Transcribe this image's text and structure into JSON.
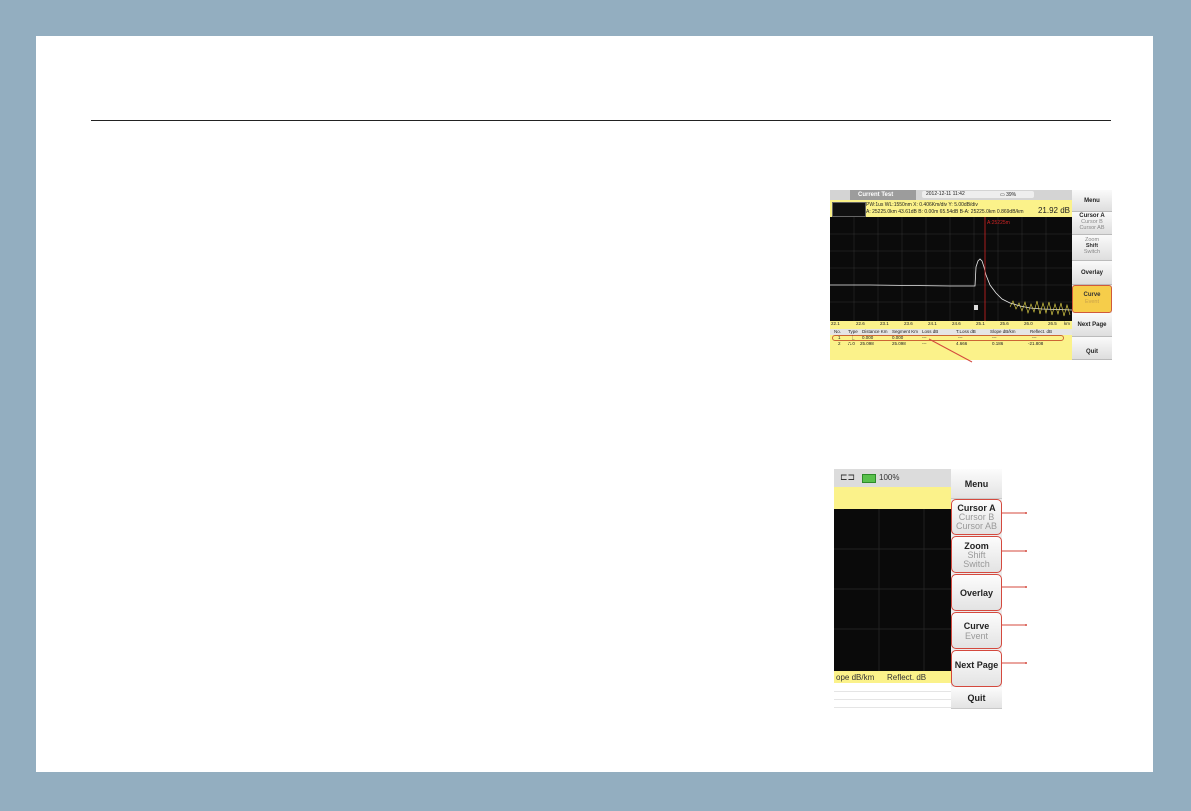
{
  "screenshot_small": {
    "tab_title": "Current Test",
    "datetime": "2012-12-11 11:42",
    "battery": "39%",
    "info_line1": "PW:1us  WL:1550nm  X: 0.406Km/div  Y: 5.00dB/div",
    "info_line2": "A: 25225.0km 43.61dB  B: 0.00m 65.54dB  B-A: 25225.0km  0.869dB/km",
    "db_readout": "21.92 dB",
    "cursor_label": "A:25225m",
    "x_ticks": [
      "22.1",
      "22.6",
      "23.1",
      "23.6",
      "24.1",
      "24.6",
      "25.1",
      "25.6",
      "26.0",
      "26.5",
      "km"
    ],
    "event_headers": [
      "No.",
      "Type",
      "Distance Km",
      "Segment Km",
      "Loss dB",
      "T.Loss dB",
      "Slope dB/km",
      "Reflect. dB"
    ],
    "event_rows": [
      [
        "1",
        "⎿",
        "0.000",
        "0.000",
        "---",
        "---",
        "---",
        "---"
      ],
      [
        "2",
        "⎍.0",
        "25.098",
        "25.098",
        "---",
        "4.666",
        "0.186",
        "-21.808"
      ]
    ],
    "buttons": [
      {
        "main": "Menu",
        "subs": []
      },
      {
        "main": "Cursor A",
        "subs": [
          "Cursor B",
          "Cursor AB"
        ]
      },
      {
        "main": "",
        "subs": [
          "Zoom",
          "Shift",
          "Switch"
        ]
      },
      {
        "main": "Overlay",
        "subs": []
      },
      {
        "main": "Curve",
        "subs": [
          "Event"
        ]
      },
      {
        "main": "Next Page",
        "subs": []
      },
      {
        "main": "Quit",
        "subs": []
      }
    ]
  },
  "screenshot_zoom": {
    "battery": "100%",
    "col_slope": "ope dB/km",
    "col_reflect": "Reflect. dB",
    "buttons": [
      {
        "main": "Menu",
        "subs": []
      },
      {
        "main": "Cursor A",
        "subs": [
          "Cursor B",
          "Cursor AB"
        ]
      },
      {
        "main": "Zoom",
        "subs": [
          "Shift",
          "Switch"
        ]
      },
      {
        "main": "Overlay",
        "subs": []
      },
      {
        "main": "Curve",
        "subs": [
          "Event"
        ]
      },
      {
        "main": "Next Page",
        "subs": []
      },
      {
        "main": "Quit",
        "subs": []
      }
    ]
  },
  "colors": {
    "page_border": "#93aec0",
    "screen_yellow": "#fbf28a",
    "highlight": "#f6cd4a",
    "callout": "#d4493e",
    "trace": "#e8e8e8",
    "noise": "#e6d84a"
  }
}
